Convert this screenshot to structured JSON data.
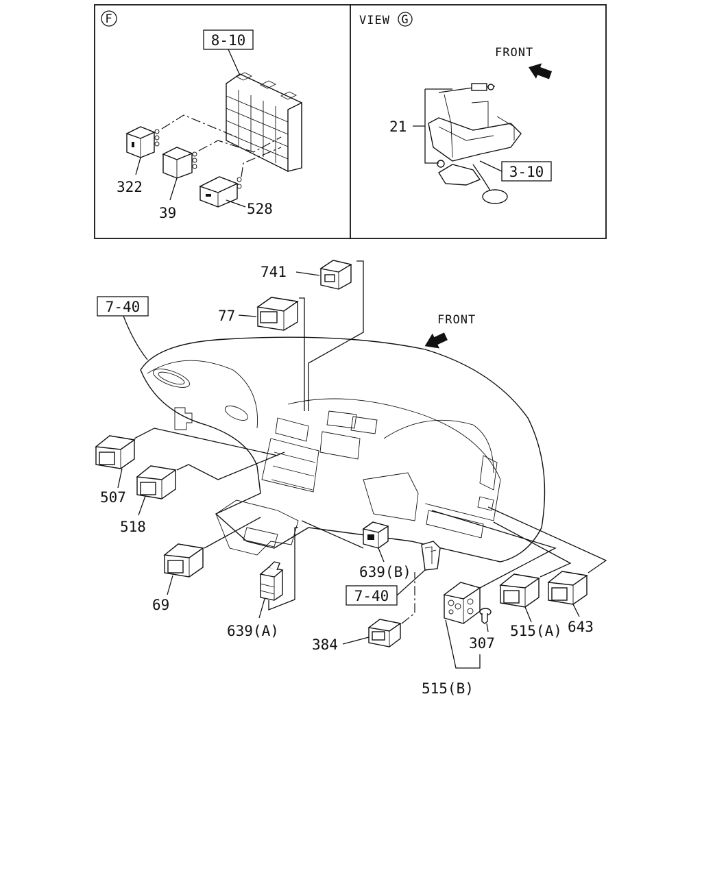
{
  "panels": {
    "left_marker": "F",
    "right_view_word": "VIEW",
    "right_marker": "G",
    "front_top": "FRONT",
    "front_main": "FRONT"
  },
  "refs": {
    "ref_8_10": "8-10",
    "ref_3_10": "3-10",
    "ref_7_40_top": "7-40",
    "ref_7_40_bottom": "7-40"
  },
  "parts": {
    "p322": "322",
    "p39": "39",
    "p528": "528",
    "p21": "21",
    "p741": "741",
    "p77": "77",
    "p507": "507",
    "p518": "518",
    "p69": "69",
    "p639a": "639(A)",
    "p639b": "639(B)",
    "p384": "384",
    "p307": "307",
    "p515a": "515(A)",
    "p515b": "515(B)",
    "p643": "643"
  },
  "icons": [
    "circle-letter-marker",
    "front-arrow",
    "rocker-switch",
    "relay",
    "fuse-box",
    "pedal-bracket",
    "dashboard"
  ]
}
